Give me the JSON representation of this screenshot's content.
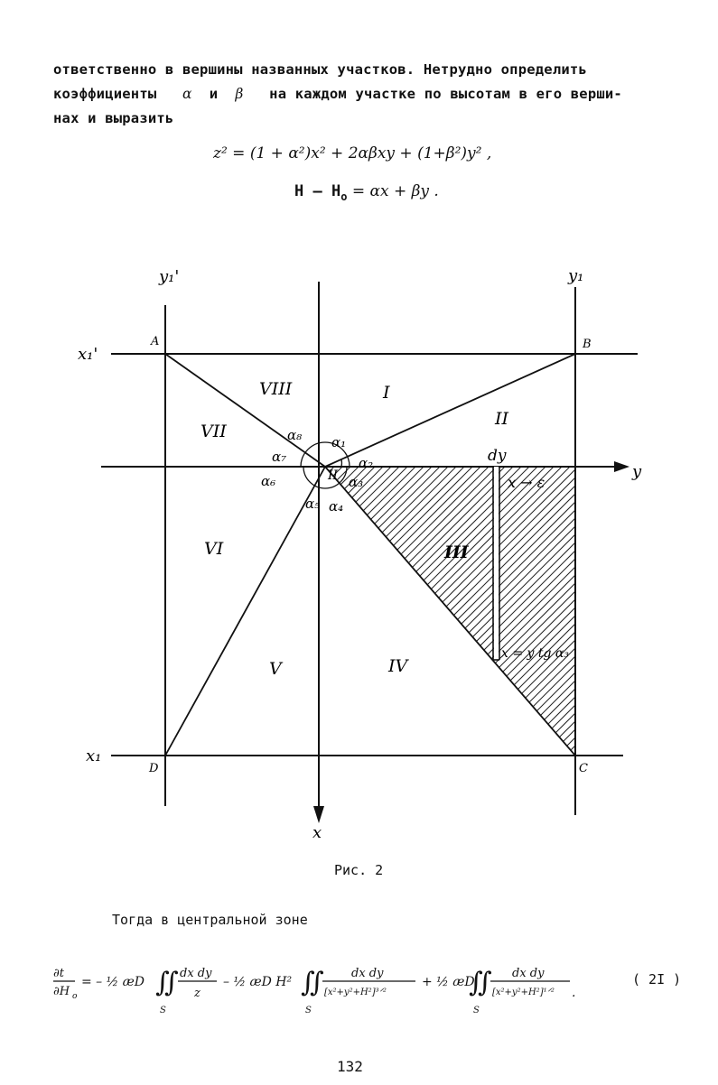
{
  "paragraph": {
    "line1": "ответственно в вершины названных участков. Нетрудно определить",
    "line2_a": "коэффициенты",
    "alpha": "α",
    "and": "и",
    "beta": "β",
    "line2_b": "на каждом участке по высотам в его верши-",
    "line3": "нах и выразить"
  },
  "equation1": {
    "lhs": "z² = (1 + α²)x² + 2αβxy + (1+β²)y²",
    "tail": ","
  },
  "equation2": {
    "text": "H – H",
    "sub": "o",
    "rhs": " = αx + βy ."
  },
  "figure": {
    "axis_y1prime": "y₁'",
    "axis_y1": "y₁",
    "axis_x1prime": "x₁'",
    "axis_x1": "x₁",
    "axis_x": "x",
    "axis_y": "y",
    "vertex_A": "A",
    "vertex_B": "B",
    "vertex_C": "C",
    "vertex_D": "D",
    "region_I": "I",
    "region_II": "II",
    "region_III": "III",
    "region_IV": "IV",
    "region_V": "V",
    "region_VI": "VI",
    "region_VII": "VII",
    "region_VIII": "VIII",
    "center_label": "II",
    "alpha1": "α₁",
    "alpha2": "α₂",
    "alpha3": "α₃",
    "alpha4": "α₄",
    "alpha5": "α₅",
    "alpha6": "α₆",
    "alpha7": "α₇",
    "alpha8": "α₈",
    "dy_label": "dy",
    "x_eps_label": "x → ε",
    "x_formula_label": "x = y tg α₃"
  },
  "caption": "Рис. 2",
  "then_text": "Тогда в центральной зоне",
  "formula": {
    "lhs_num": "∂t",
    "lhs_den": "∂H",
    "lhs_den_sub": "o",
    "t1_coef": "= – ½ æD",
    "t1_num": "dx dy",
    "t1_den": "z",
    "t2_coef": "– ½ æD H²",
    "t2_num": "dx dy",
    "t2_den": "[x²+y²+H²]³ᐟ²",
    "t3_coef": "+ ½ æD",
    "t3_num": "dx dy",
    "t3_den": "[x²+y²+H²]¹ᐟ²",
    "int_sub": "S",
    "end": "."
  },
  "equation_number": "( 2I )",
  "page_number": "132"
}
